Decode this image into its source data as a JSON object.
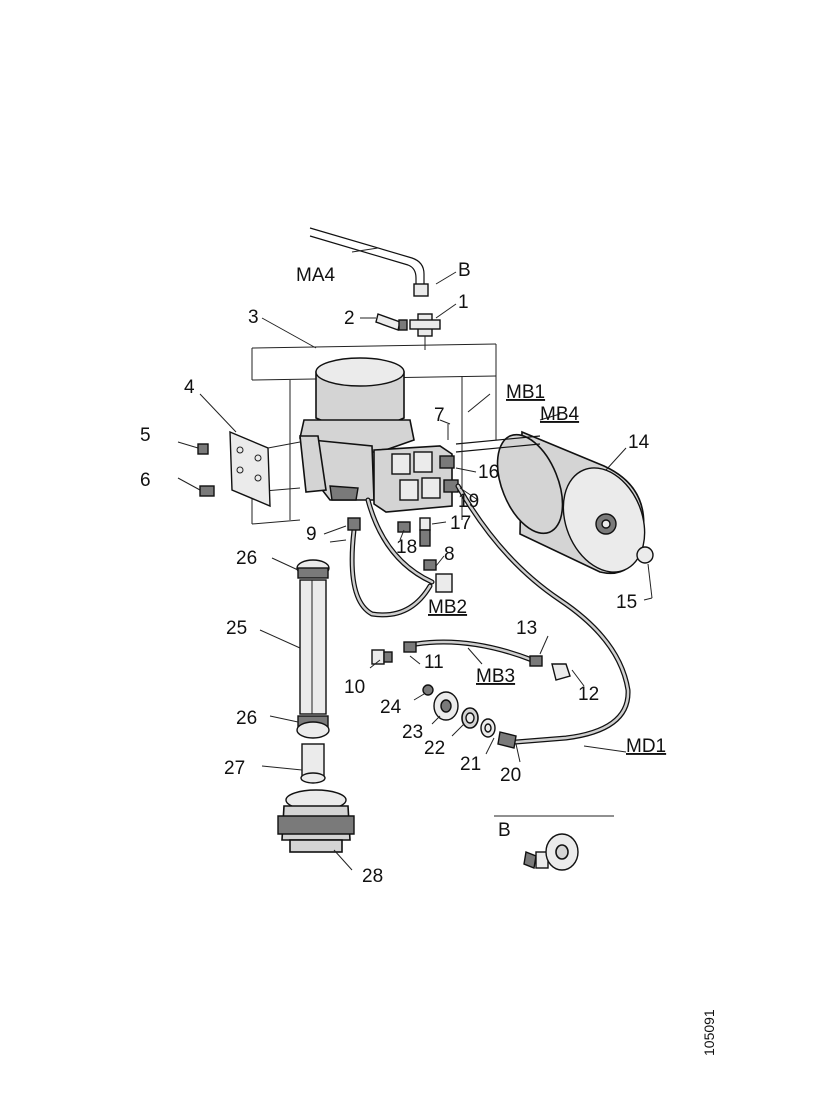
{
  "diagram": {
    "labels": {
      "MA4": "MA4",
      "B_top": "B",
      "n1": "1",
      "n2": "2",
      "n3": "3",
      "n4": "4",
      "n5": "5",
      "n6": "6",
      "n7": "7",
      "MB1": "MB1",
      "MB4": "MB4",
      "n14": "14",
      "n16": "16",
      "n19": "19",
      "n17": "17",
      "n18": "18",
      "n9": "9",
      "n8": "8",
      "n26a": "26",
      "n15": "15",
      "MB2": "MB2",
      "n25": "25",
      "n13": "13",
      "n11": "11",
      "n10": "10",
      "MB3": "MB3",
      "n12": "12",
      "n24": "24",
      "n26b": "26",
      "n23": "23",
      "n22": "22",
      "n21": "21",
      "n20": "20",
      "MD1": "MD1",
      "n27": "27",
      "B_detail": "B",
      "n28": "28"
    },
    "document_number": "105091"
  }
}
